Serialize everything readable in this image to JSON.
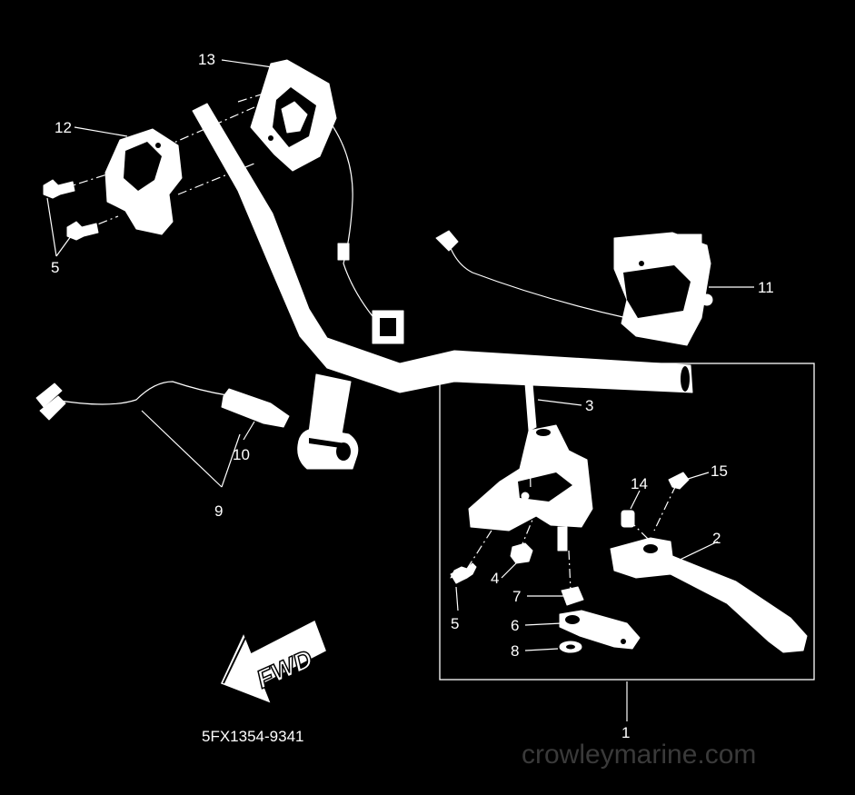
{
  "diagram": {
    "part_number": "5FX1354-9341",
    "watermark": "crowleymarine.com",
    "direction_label": "FWD",
    "callouts": [
      {
        "id": "c1",
        "label": "1"
      },
      {
        "id": "c2",
        "label": "2"
      },
      {
        "id": "c3",
        "label": "3"
      },
      {
        "id": "c4",
        "label": "4"
      },
      {
        "id": "c5a",
        "label": "5"
      },
      {
        "id": "c5b",
        "label": "5"
      },
      {
        "id": "c6",
        "label": "6"
      },
      {
        "id": "c7",
        "label": "7"
      },
      {
        "id": "c8",
        "label": "8"
      },
      {
        "id": "c9",
        "label": "9"
      },
      {
        "id": "c10",
        "label": "10"
      },
      {
        "id": "c11",
        "label": "11"
      },
      {
        "id": "c12",
        "label": "12"
      },
      {
        "id": "c13",
        "label": "13"
      },
      {
        "id": "c14",
        "label": "14"
      },
      {
        "id": "c15",
        "label": "15"
      }
    ],
    "colors": {
      "background": "#000000",
      "ink": "#ffffff",
      "watermark": "#3a3a3a"
    }
  }
}
